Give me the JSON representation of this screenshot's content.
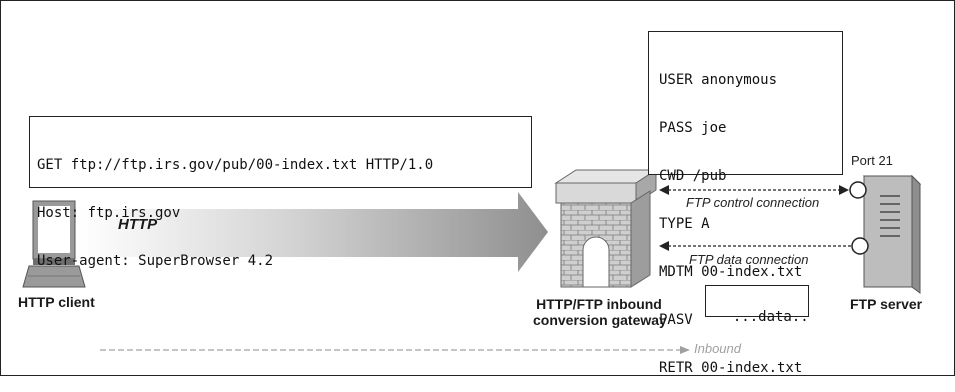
{
  "request": {
    "lines": [
      "GET ftp://ftp.irs.gov/pub/00-index.txt HTTP/1.0",
      "Host: ftp.irs.gov",
      "User-agent: SuperBrowser 4.2"
    ]
  },
  "ftp_commands": {
    "lines": [
      "USER anonymous",
      "PASS joe",
      "CWD /pub",
      "TYPE A",
      "MDTM 00-index.txt",
      "PASV",
      "RETR 00-index.txt"
    ]
  },
  "labels": {
    "http_arrow": "HTTP",
    "http_client": "HTTP client",
    "gateway_line1": "HTTP/FTP inbound",
    "gateway_line2": "conversion gateway",
    "ftp_server": "FTP server",
    "port": "Port 21",
    "control_connection": "FTP control connection",
    "data_connection": "FTP data connection",
    "data_box": "...data..",
    "inbound": "Inbound"
  },
  "colors": {
    "frame": "#222222",
    "arrow_dark": "#8c8c8c",
    "arrow_light": "#ffffff",
    "device_gray": "#9a9a9a",
    "server_gray": "#bdbdbd",
    "inbound_gray": "#a0a0a0"
  }
}
